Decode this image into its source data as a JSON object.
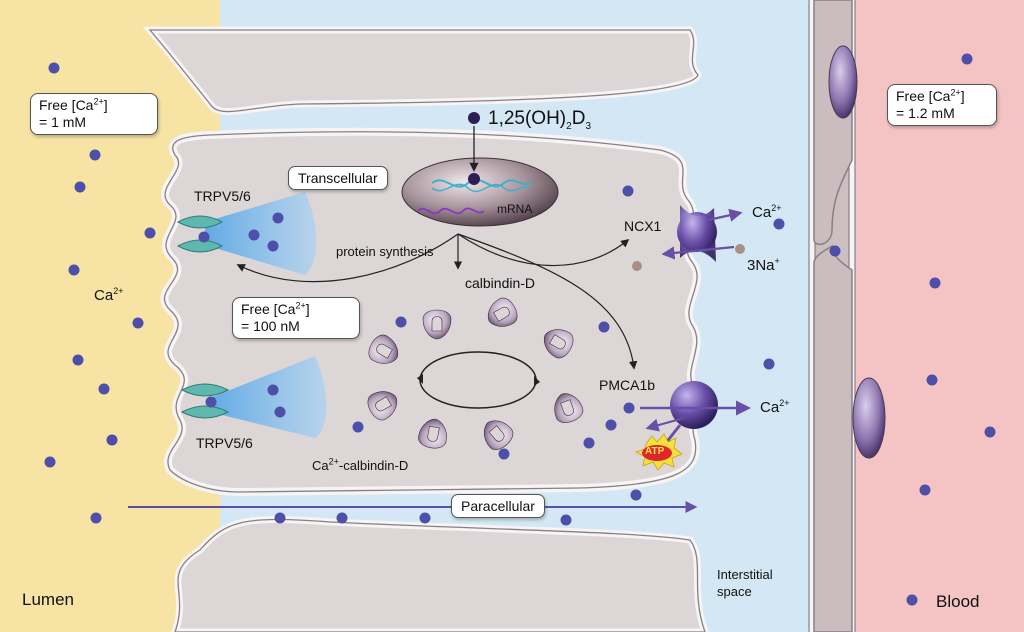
{
  "regions": {
    "lumen": "Lumen",
    "blood": "Blood",
    "interstitial_line1": "Interstitial",
    "interstitial_line2": "space"
  },
  "boxes": {
    "lumen_free_l1a": "Free [Ca",
    "lumen_free_sup": "2+",
    "lumen_free_l1b": "]",
    "lumen_free_l2": "= 1 mM",
    "cell_free_l1a": "Free [Ca",
    "cell_free_sup": "2+",
    "cell_free_l1b": "]",
    "cell_free_l2": "= 100 nM",
    "blood_free_l1a": "Free [Ca",
    "blood_free_sup": "2+",
    "blood_free_l1b": "]",
    "blood_free_l2": "= 1.2 mM"
  },
  "pathways": {
    "transcellular": "Transcellular",
    "paracellular": "Paracellular"
  },
  "labels": {
    "vitd_main": "1,25(OH)",
    "vitd_sub1": "2",
    "vitd_mid": "D",
    "vitd_sub2": "3",
    "mrna": "mRNA",
    "protein_synthesis": "protein synthesis",
    "calbindin": "calbindin-D",
    "trpv_top": "TRPV5/6",
    "trpv_bottom": "TRPV5/6",
    "ca_lumen_base": "Ca",
    "ca_lumen_sup": "2+",
    "ca_calbindin_base": "Ca",
    "ca_calbindin_sup": "2+",
    "ca_calbindin_rest": "-calbindin-D",
    "ncx1": "NCX1",
    "ncx_ca_base": "Ca",
    "ncx_ca_sup": "2+",
    "na_base": "3Na",
    "na_sup": "+",
    "pmca": "PMCA1b",
    "pmca_ca_base": "Ca",
    "pmca_ca_sup": "2+",
    "atp": "ATP"
  },
  "colors": {
    "lumen": "#f7e3a3",
    "interstitial": "#d3e8f4",
    "blood": "#f4c4c4",
    "cell": "#ddd6d6",
    "membrane": "#8a7f85",
    "calcium": "#4d4fa8",
    "transporter": "#6a4fa8",
    "channel": "#5fb7b0",
    "atp": "#e0262a"
  }
}
